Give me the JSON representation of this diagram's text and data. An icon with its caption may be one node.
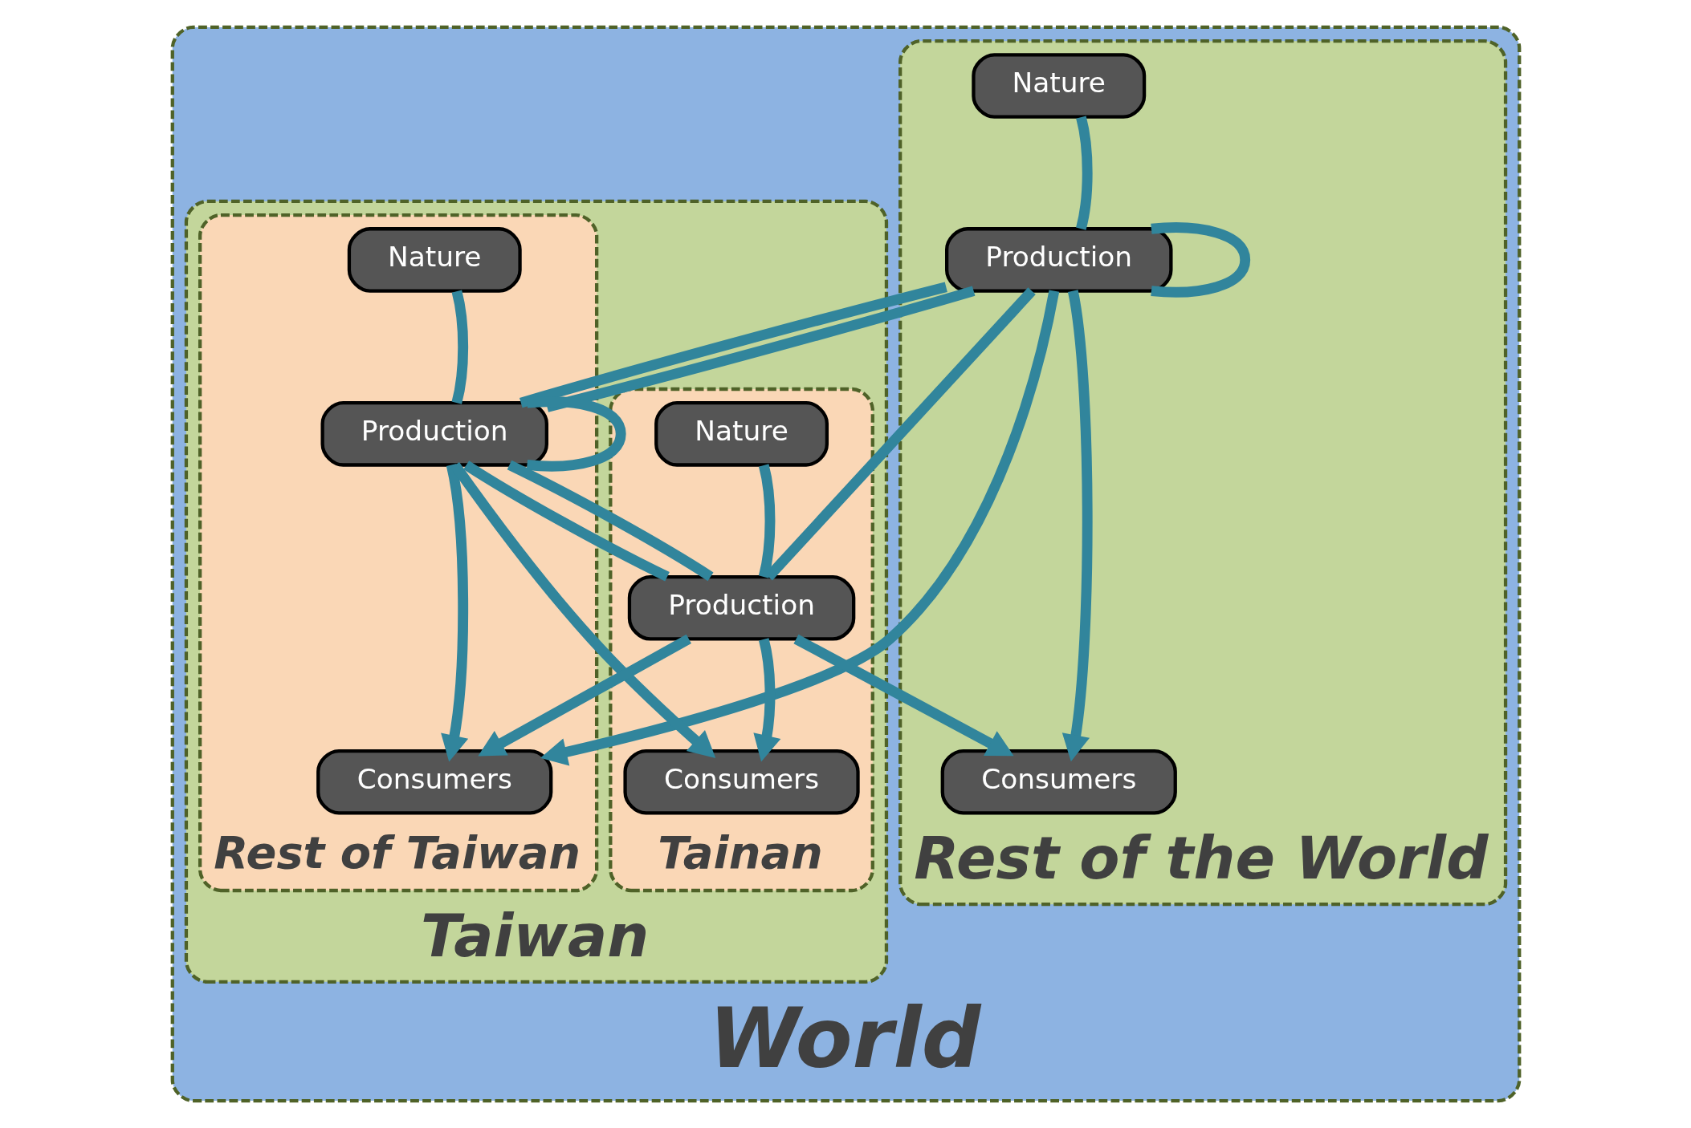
{
  "diagram": {
    "nodes": [
      {
        "text": [
          "World"
        ]
      },
      {
        "text": [
          "Rest of the World"
        ],
        "in": 0
      },
      {
        "text": [
          "Nature"
        ],
        "in": 1
      },
      {
        "text": [
          "Production"
        ],
        "in": 1
      },
      {
        "text": [
          "Consumers"
        ],
        "in": 1
      },
      {
        "text": [
          "Taiwan"
        ],
        "in": 0
      },
      {
        "text": [
          "Rest of Taiwan"
        ],
        "in": 5
      },
      {
        "text": [
          "Nature"
        ],
        "in": 6
      },
      {
        "text": [
          "Production"
        ],
        "in": 6
      },
      {
        "text": [
          "Consumers"
        ],
        "in": 6
      },
      {
        "text": [
          "Tainan"
        ],
        "in": 5
      },
      {
        "text": [
          "Nature"
        ],
        "in": 10
      },
      {
        "text": [
          "Production"
        ],
        "in": 10
      },
      {
        "text": [
          "Consumers"
        ],
        "in": 10
      }
    ],
    "edges": [
      {
        "from": 2,
        "to": 3,
        "arrow": "none"
      },
      {
        "from": 3,
        "to": 3,
        "arrow": "none"
      },
      {
        "from": 3,
        "to": 4,
        "arrow": "to"
      },
      {
        "from": 3,
        "to": 8,
        "arrow": "none"
      },
      {
        "from": 3,
        "to": 12,
        "arrow": "none"
      },
      {
        "from": 3,
        "to": 9,
        "arrow": "to"
      },
      {
        "from": 8,
        "to": 3,
        "arrow": "none"
      },
      {
        "from": 7,
        "to": 8,
        "arrow": "none"
      },
      {
        "from": 8,
        "to": 8,
        "arrow": "none"
      },
      {
        "from": 8,
        "to": 9,
        "arrow": "to"
      },
      {
        "from": 8,
        "to": 12,
        "arrow": "none"
      },
      {
        "from": 8,
        "to": 13,
        "arrow": "to"
      },
      {
        "from": 11,
        "to": 12,
        "arrow": "none"
      },
      {
        "from": 12,
        "to": 8,
        "arrow": "none"
      },
      {
        "from": 12,
        "to": 9,
        "arrow": "to"
      },
      {
        "from": 12,
        "to": 4,
        "arrow": "to"
      },
      {
        "from": 12,
        "to": 13,
        "arrow": "to"
      }
    ]
  }
}
